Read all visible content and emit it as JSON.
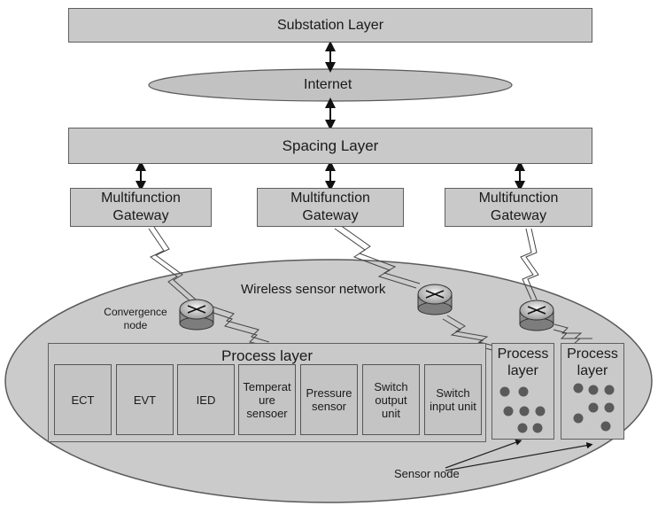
{
  "diagram": {
    "substation_layer": "Substation Layer",
    "internet": "Internet",
    "spacing_layer": "Spacing Layer",
    "gateways": [
      {
        "line1": "Multifunction",
        "line2": "Gateway"
      },
      {
        "line1": "Multifunction",
        "line2": "Gateway"
      },
      {
        "line1": "Multifunction",
        "line2": "Gateway"
      }
    ],
    "wireless_sensor_network": "Wireless sensor network",
    "convergence_node": {
      "line1": "Convergence",
      "line2": "node"
    },
    "process_layer_main": "Process layer",
    "devices": [
      {
        "lines": [
          "ECT"
        ]
      },
      {
        "lines": [
          "EVT"
        ]
      },
      {
        "lines": [
          "IED"
        ]
      },
      {
        "lines": [
          "Temperat",
          "ure",
          "sensoer"
        ]
      },
      {
        "lines": [
          "Pressure",
          "sensor"
        ]
      },
      {
        "lines": [
          "Switch",
          "output",
          "unit"
        ]
      },
      {
        "lines": [
          "Switch",
          "input unit"
        ]
      }
    ],
    "process_layer_small": [
      {
        "line1": "Process",
        "line2": "layer"
      },
      {
        "line1": "Process",
        "line2": "layer"
      }
    ],
    "sensor_node": "Sensor node"
  }
}
